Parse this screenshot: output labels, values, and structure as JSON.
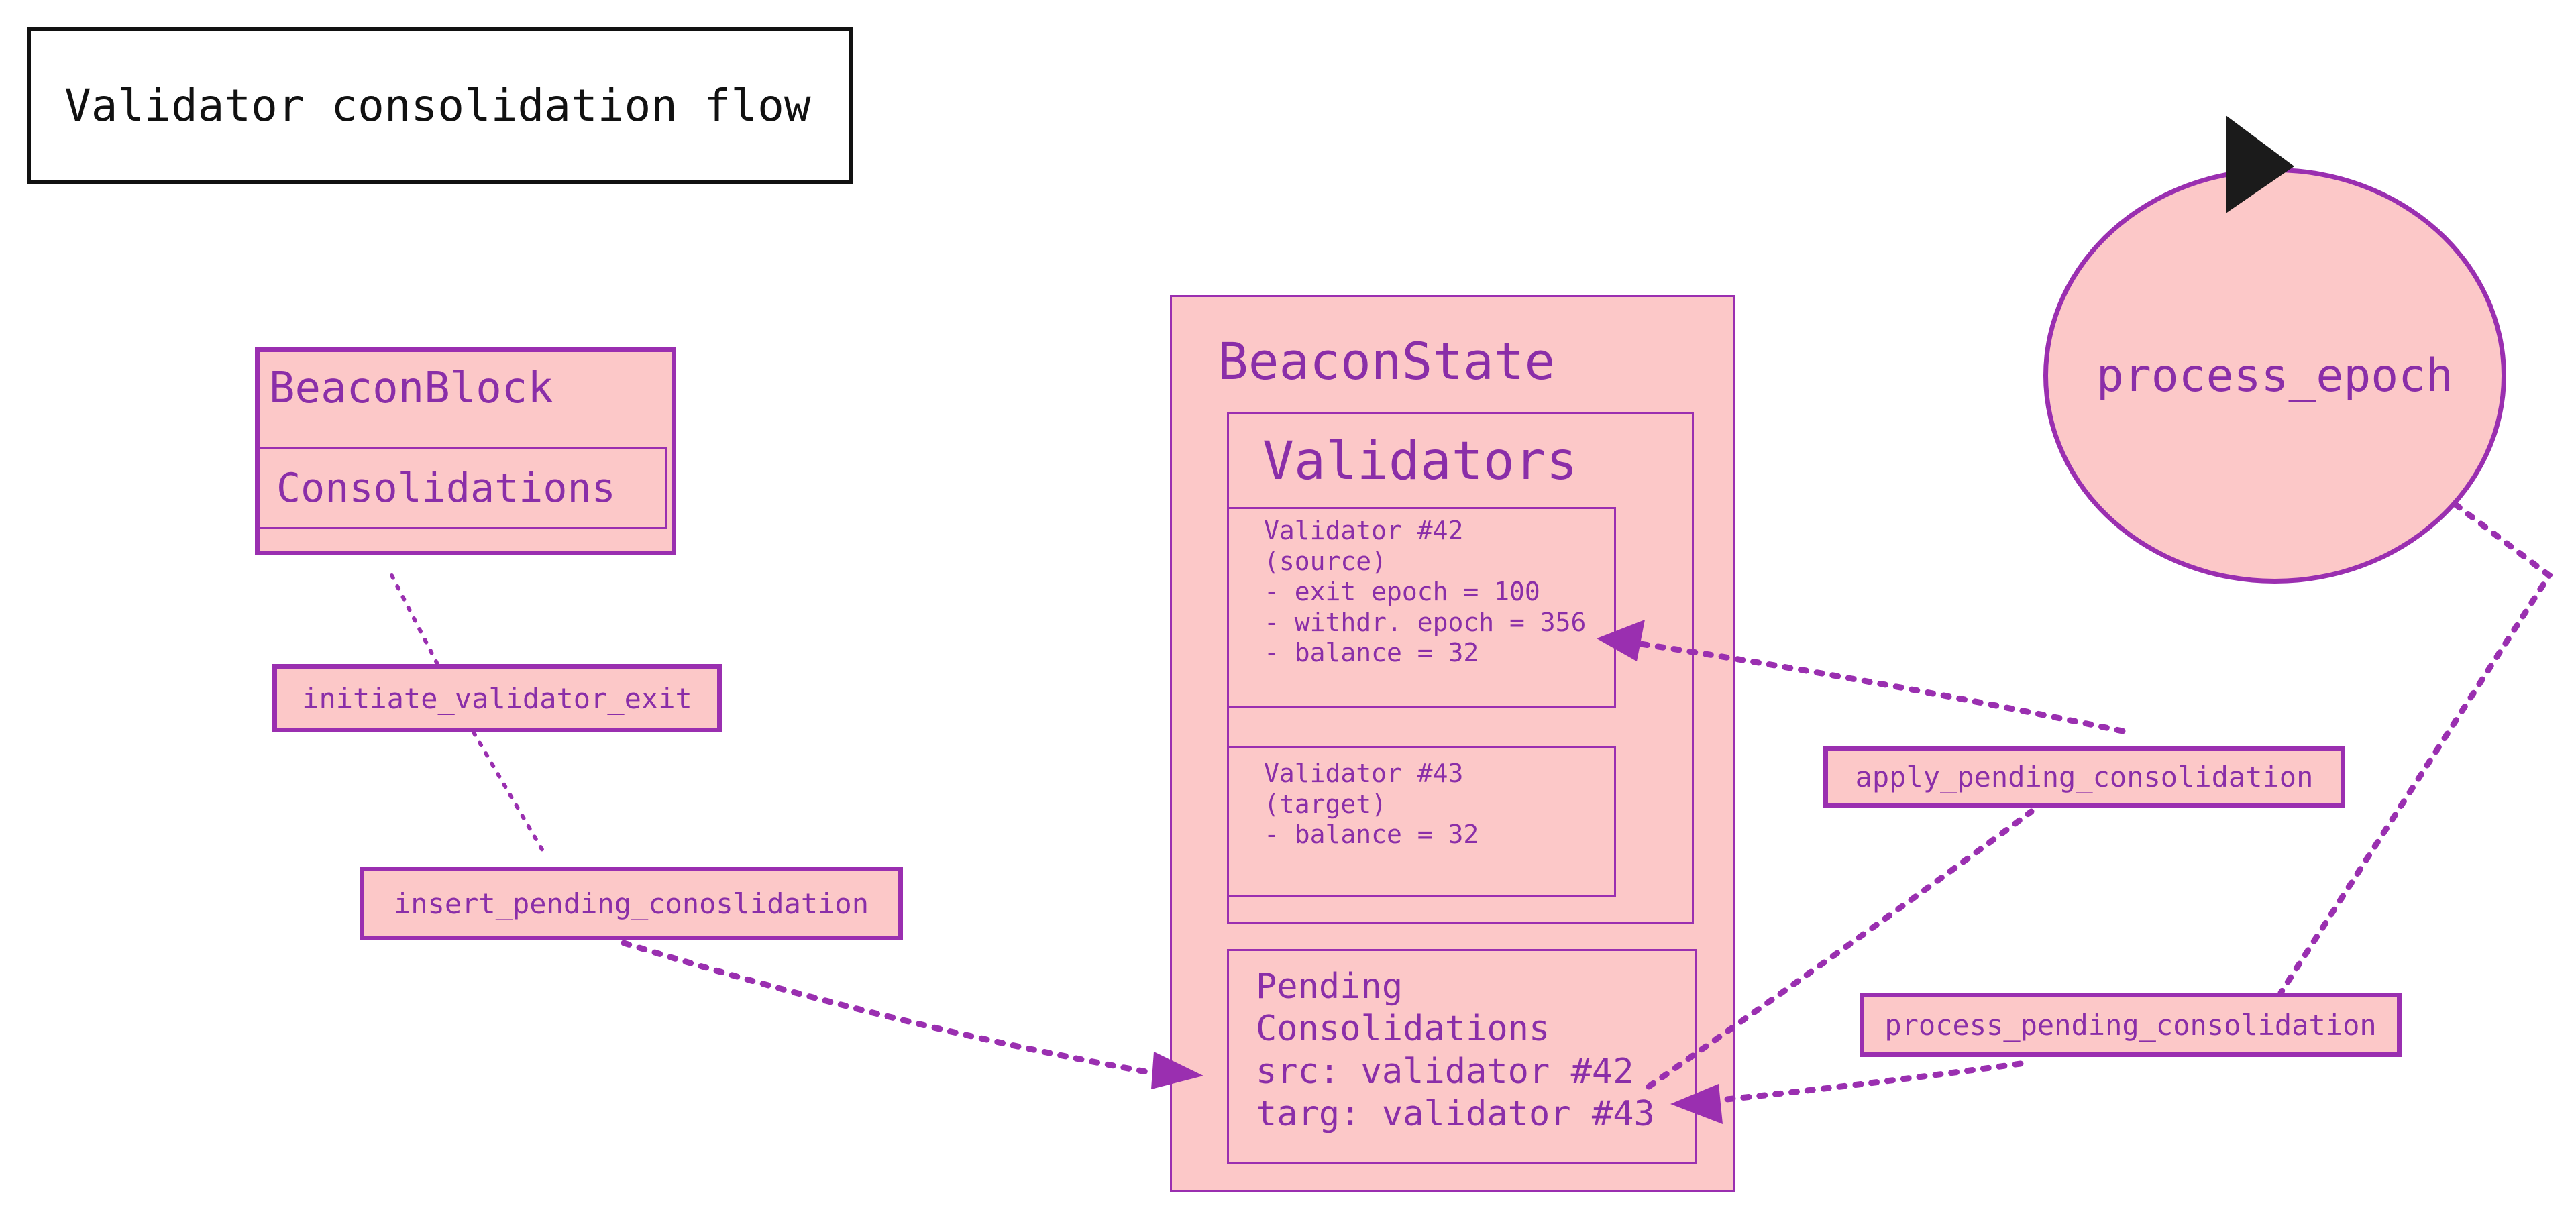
{
  "title": "Validator consolidation flow",
  "beacon_block": {
    "title": "BeaconBlock",
    "consolidations": "Consolidations"
  },
  "beacon_state": {
    "title": "BeaconState",
    "validators": {
      "title": "Validators",
      "validator_42": "Validator #42\n(source)\n- exit epoch = 100\n- withdr. epoch = 356\n- balance = 32",
      "validator_43": "Validator #43\n(target)\n- balance = 32"
    },
    "pending": "Pending\nConsolidations\nsrc: validator #42\ntarg: validator #43"
  },
  "process_epoch": "process_epoch",
  "edge_labels": {
    "initiate_exit": "initiate_validator_exit",
    "insert_pending": "insert_pending_conoslidation",
    "apply_pending": "apply_pending_consolidation",
    "process_pending": "process_pending_consolidation"
  },
  "colors": {
    "fill": "#fcc8c8",
    "stroke": "#9a2fb0",
    "text": "#8a2ea8",
    "title_border": "#111111"
  }
}
